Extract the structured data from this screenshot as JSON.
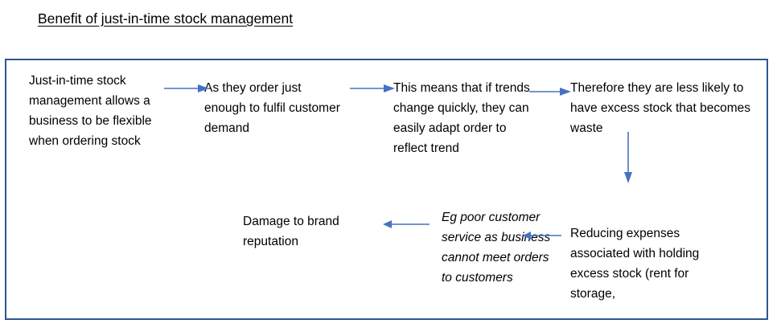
{
  "page": {
    "title": "Benefit of just-in-time stock management"
  },
  "diagram": {
    "border_color": "#2F5597",
    "arrow_color": "#4472C4",
    "nodes": [
      {
        "id": "jit-flexible",
        "text": "Just-in-time stock management allows a business to be flexible when ordering stock"
      },
      {
        "id": "order-enough",
        "text": "As they order just enough to fulfil customer demand"
      },
      {
        "id": "adapt-order",
        "text": "This means that if trends change quickly, they can easily adapt order to reflect trend"
      },
      {
        "id": "less-excess-stock",
        "text": "Therefore they are less likely to have excess stock that becomes waste"
      },
      {
        "id": "reducing-expenses",
        "text": "Reducing expenses associated with holding excess stock (rent for storage,"
      },
      {
        "id": "poor-customer-service",
        "text": "Eg poor customer service as business cannot meet orders to customers"
      },
      {
        "id": "damage-to-brand",
        "text": "Damage to brand reputation"
      }
    ],
    "arrows": [
      {
        "id": "arrow-jit-to-order",
        "direction": "right"
      },
      {
        "id": "arrow-order-to-adapt",
        "direction": "right"
      },
      {
        "id": "arrow-adapt-to-less-excess",
        "direction": "right"
      },
      {
        "id": "arrow-less-excess-to-reducing",
        "direction": "down"
      },
      {
        "id": "arrow-reducing-to-poor-service",
        "direction": "left"
      },
      {
        "id": "arrow-poor-service-to-damage",
        "direction": "left"
      }
    ]
  }
}
